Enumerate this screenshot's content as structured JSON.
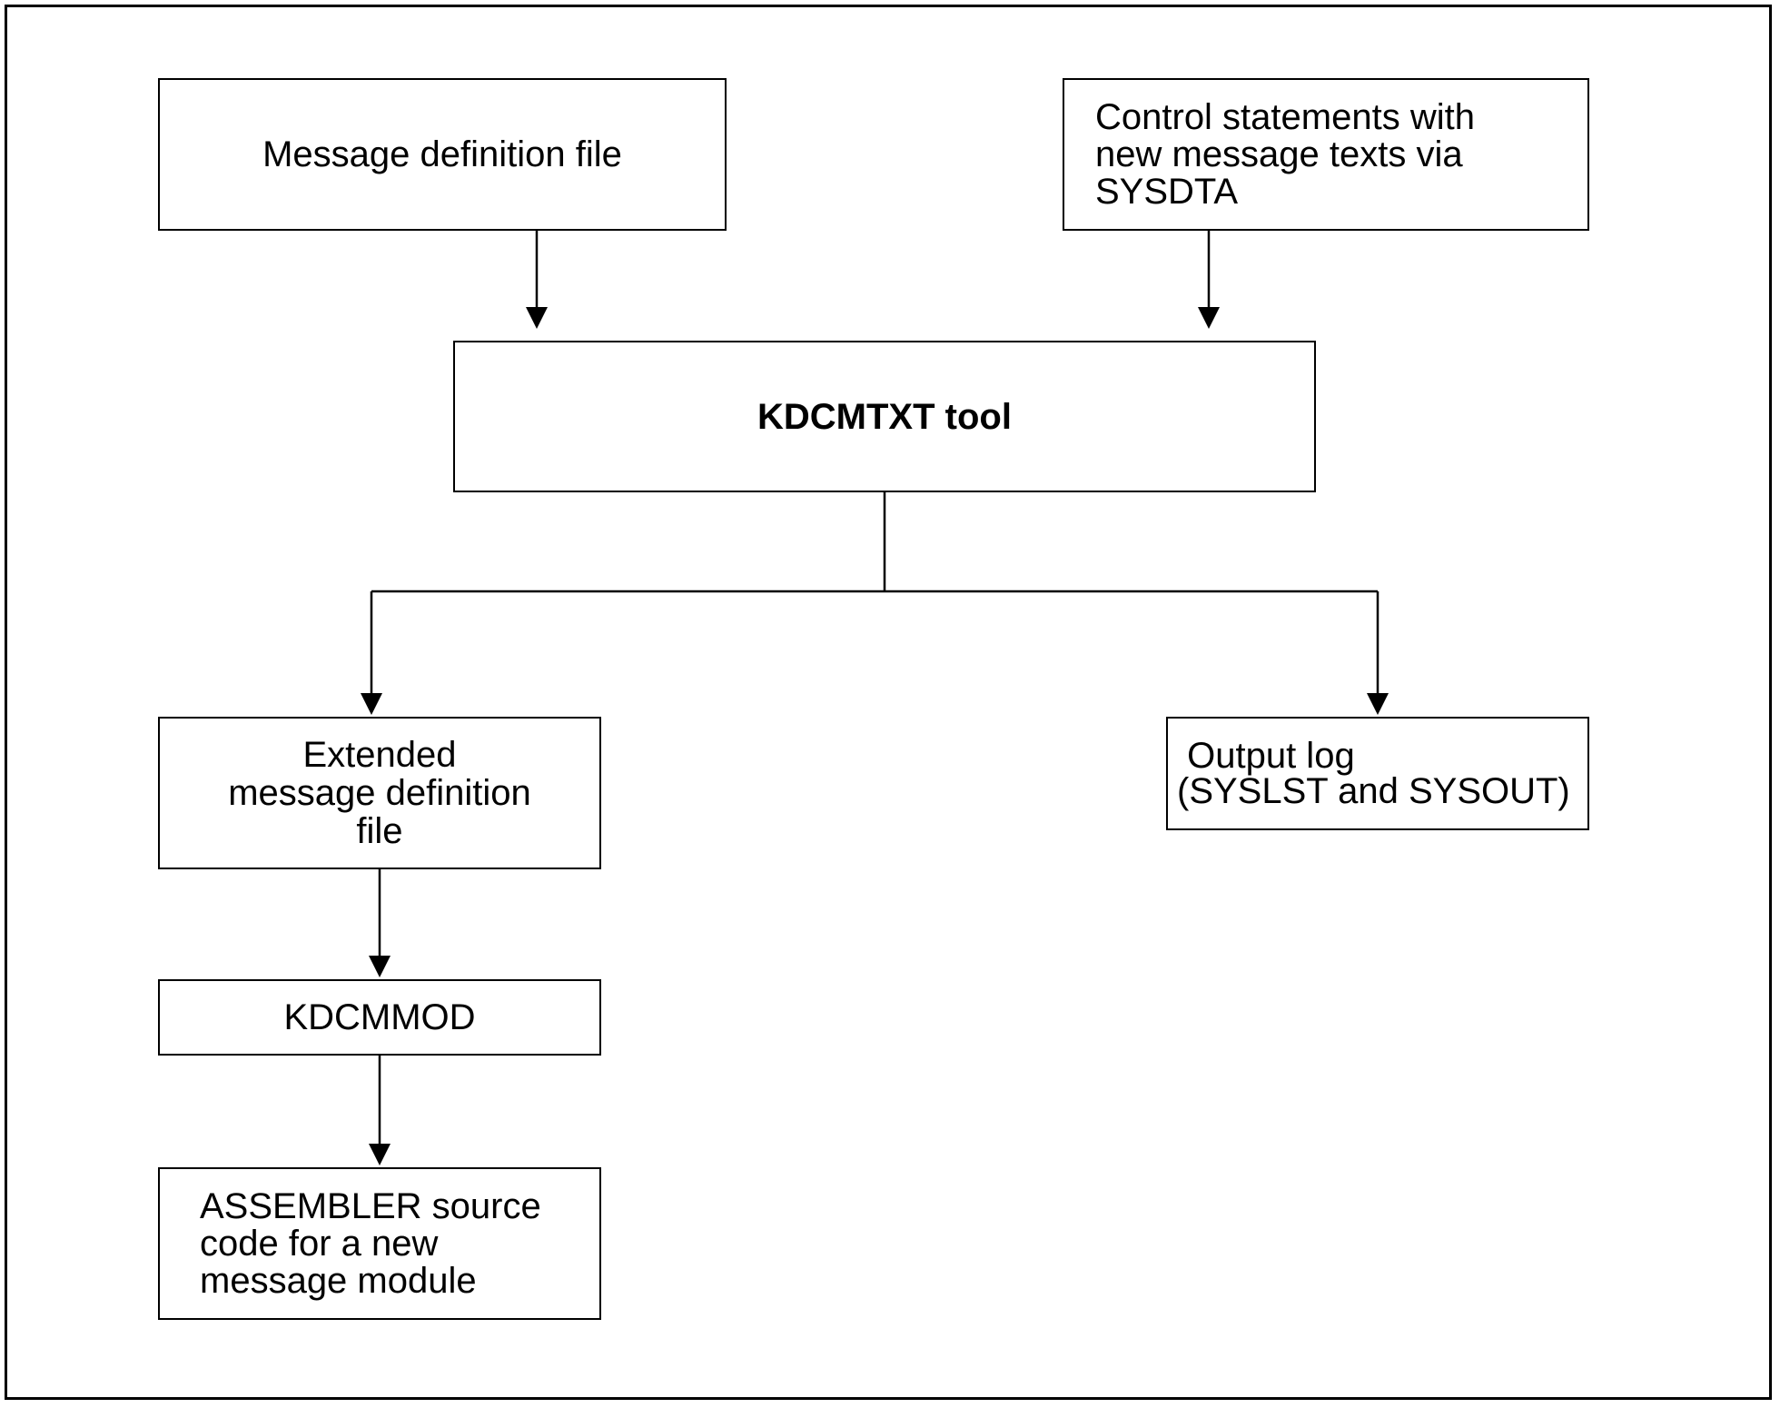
{
  "diagram": {
    "nodes": {
      "message_definition_file": "Message definition file",
      "control_statements": "Control statements with\nnew message texts via\nSYSDTA",
      "kdcmtxt_tool": "KDCMTXT tool",
      "extended_message_definition_file": "Extended\nmessage definition\nfile",
      "kdcmmod": "KDCMMOD",
      "assembler_source": "ASSEMBLER source\ncode for a new\nmessage module",
      "output_log": " Output log\n(SYSLST and SYSOUT)"
    },
    "edges": [
      {
        "from": "message_definition_file",
        "to": "kdcmtxt_tool"
      },
      {
        "from": "control_statements",
        "to": "kdcmtxt_tool"
      },
      {
        "from": "kdcmtxt_tool",
        "to": "extended_message_definition_file"
      },
      {
        "from": "kdcmtxt_tool",
        "to": "output_log"
      },
      {
        "from": "extended_message_definition_file",
        "to": "kdcmmod"
      },
      {
        "from": "kdcmmod",
        "to": "assembler_source"
      }
    ]
  }
}
